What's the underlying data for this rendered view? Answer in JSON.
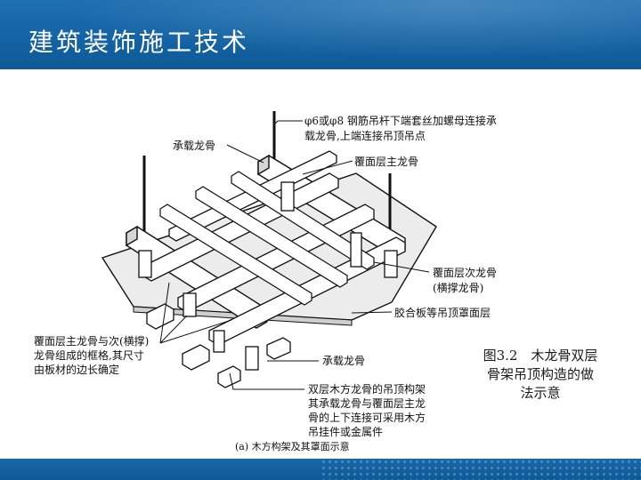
{
  "header": {
    "title": "建筑装饰施工技术"
  },
  "diagram": {
    "labels": {
      "rod_note_l1": "φ6或φ8 钢筋吊杆下端套丝加螺母连接承",
      "rod_note_l2": "载龙骨,上端连接吊顶吊点",
      "bearing_top": "承载龙骨",
      "main_keel": "覆面层主龙骨",
      "secondary_l1": "覆面层次龙骨",
      "secondary_l2": "(横撑龙骨)",
      "plywood": "胶合板等吊顶罩面层",
      "frame_note_l1": "覆面层主龙骨与次(横撑)",
      "frame_note_l2": "龙骨组成的框格,其尺寸",
      "frame_note_l3": "由板材的边长确定",
      "bearing_bottom": "承载龙骨",
      "double_l1": "双层木方龙骨的吊顶构架",
      "double_l2": "其承载龙骨与覆面层主龙",
      "double_l3": "骨的上下连接可采用木方",
      "double_l4": "吊挂件或金属件",
      "subcaption": "(a) 木方构架及其罩面示意"
    }
  },
  "caption": {
    "line1": "图3.2　木龙骨双层",
    "line2": "骨架吊顶构造的做",
    "line3": "法示意"
  }
}
